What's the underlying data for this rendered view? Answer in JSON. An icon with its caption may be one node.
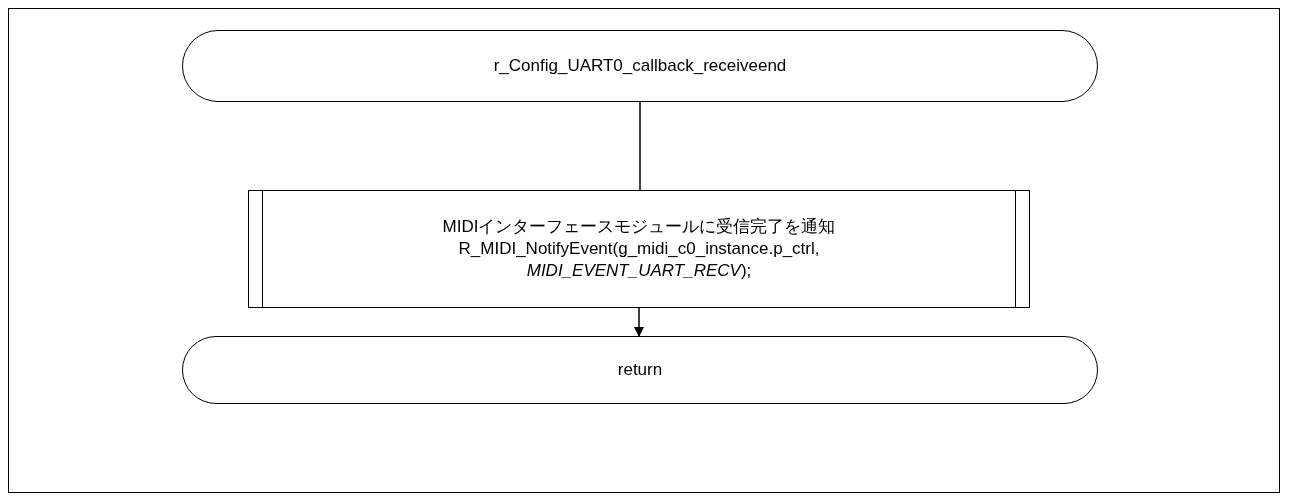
{
  "diagram": {
    "nodes": [
      {
        "text": [
          "r_Config_UART0_callback_receiveend"
        ]
      },
      {
        "text": [
          "MIDIインターフェースモジュールに受信完了を通知",
          "R_MIDI_NotifyEvent(g_midi_c0_instance.p_ctrl, *MIDI_EVENT_UART_RECV*);"
        ]
      },
      {
        "text": [
          "return"
        ]
      }
    ],
    "edges": [
      {
        "from": 0,
        "to": 1,
        "arrow": "none"
      },
      {
        "from": 1,
        "to": 2,
        "arrow": "to"
      }
    ]
  }
}
